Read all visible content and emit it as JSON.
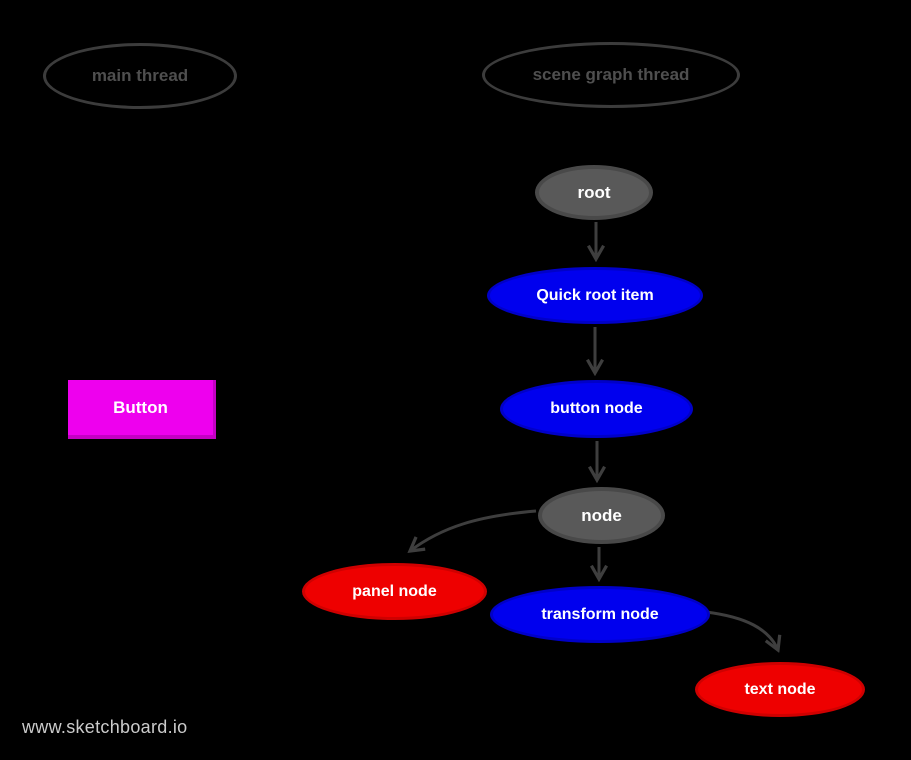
{
  "app": {
    "name_watermark": "www.sketchboard.io"
  },
  "colors": {
    "background": "#000000",
    "outline": "#3c3c3c",
    "connector": "#3e3e3e",
    "thread_text": "#4f4f4f",
    "node_text": "#ffffff",
    "gray_fill": "#595959",
    "blue": "#0000ee",
    "red": "#ee0000",
    "magenta": "#ee00ee",
    "watermark_text": "#cbcbcb"
  },
  "diagram": {
    "threads": [
      {
        "label": "main thread"
      },
      {
        "label": "scene graph thread"
      }
    ],
    "nodes": [
      {
        "id": "root",
        "label": "root",
        "color": "gray"
      },
      {
        "id": "quick-root-item",
        "label": "Quick root item",
        "color": "blue"
      },
      {
        "id": "button-node",
        "label": "button node",
        "color": "blue"
      },
      {
        "id": "node",
        "label": "node",
        "color": "gray"
      },
      {
        "id": "panel-node",
        "label": "panel node",
        "color": "red"
      },
      {
        "id": "transform-node",
        "label": "transform node",
        "color": "blue"
      },
      {
        "id": "text-node",
        "label": "text node",
        "color": "red"
      }
    ],
    "edges": [
      {
        "from": "root",
        "to": "Quick root item"
      },
      {
        "from": "Quick root item",
        "to": "button node"
      },
      {
        "from": "button node",
        "to": "node"
      },
      {
        "from": "node",
        "to": "panel node"
      },
      {
        "from": "node",
        "to": "transform node"
      },
      {
        "from": "transform node",
        "to": "text node"
      }
    ],
    "ui_button": {
      "label": "Button"
    }
  },
  "footer": {
    "watermark": "www.sketchboard.io"
  }
}
